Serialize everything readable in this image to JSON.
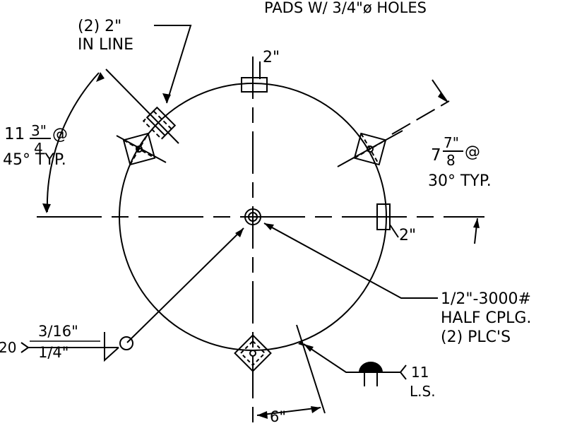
{
  "header": {
    "pads_note": "PADS W/ 3/4\"ø HOLES"
  },
  "callouts": {
    "in_line_count": "(2) 2\"",
    "in_line_text": "IN LINE",
    "left_frac_whole": "11",
    "left_frac_num": "3\"",
    "left_frac_den": "4",
    "left_frac_at": "@",
    "left_angle": "45° TYP.",
    "right_frac_whole": "7",
    "right_frac_num": "7\"",
    "right_frac_den": "8",
    "right_frac_at": "@",
    "right_angle": "30° TYP.",
    "top_dim": "2\"",
    "right_dim": "2\"",
    "bottom_dim": "6\"",
    "cplg_line1": "1/2\"-3000#",
    "cplg_line2": "HALF CPLG.",
    "cplg_line3": "(2) PLC'S",
    "weld_left_ref": "20",
    "weld_top": "3/16\"",
    "weld_bottom": "1/4\"",
    "weld_right_num": "11",
    "weld_right_ls": "L.S."
  }
}
